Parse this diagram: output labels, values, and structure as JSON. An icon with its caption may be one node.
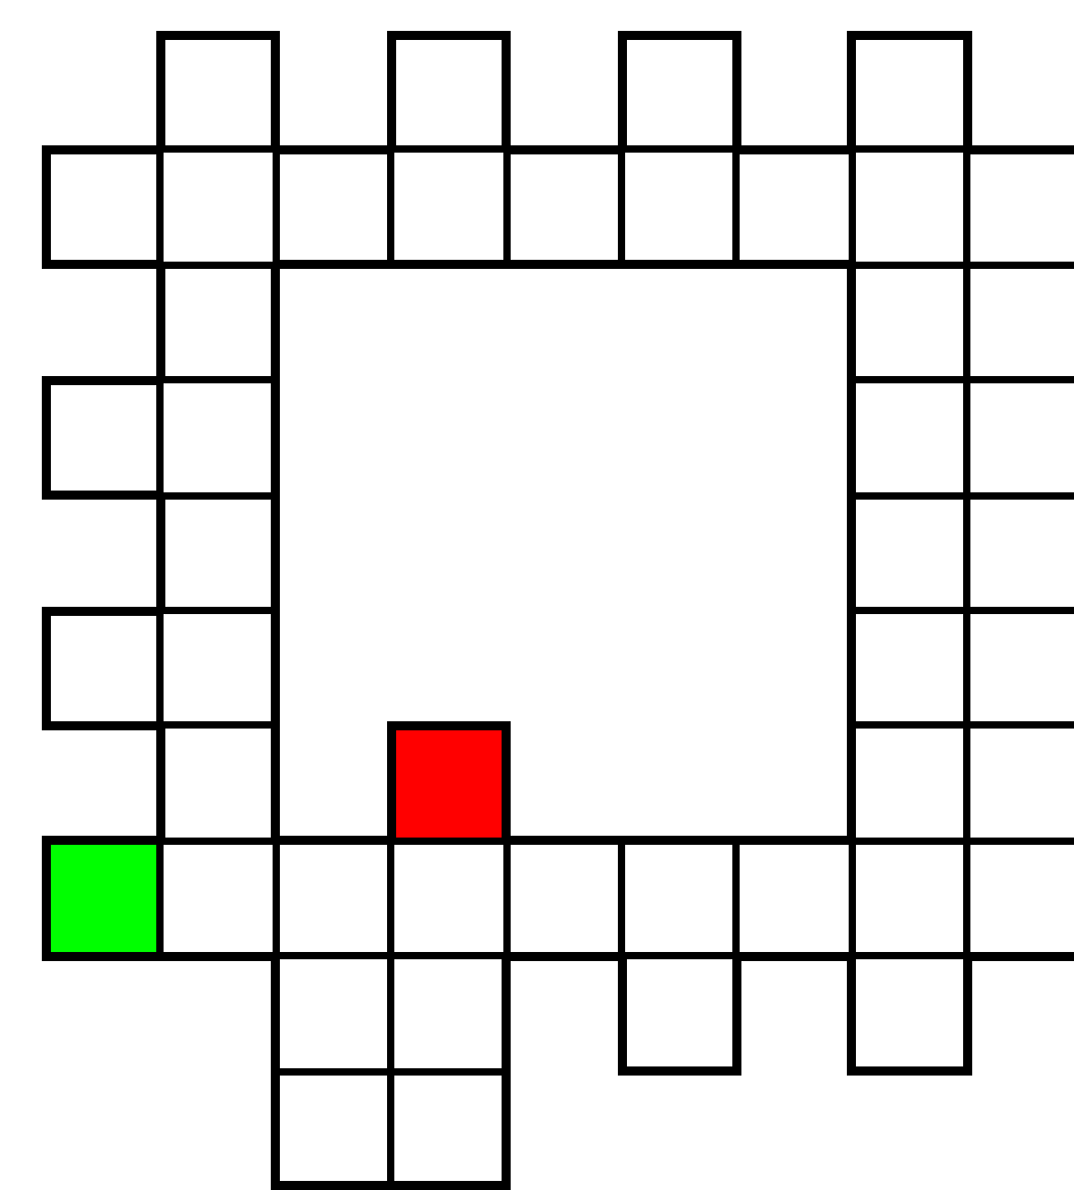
{
  "diagram": {
    "nodes": [
      {
        "text": [],
        "shape": "box"
      },
      {
        "text": [],
        "shape": "box"
      },
      {
        "text": [],
        "shape": "box"
      },
      {
        "text": [],
        "shape": "box"
      },
      {
        "text": [],
        "shape": "box"
      },
      {
        "text": [],
        "shape": "box"
      },
      {
        "text": [],
        "shape": "box"
      },
      {
        "text": [],
        "shape": "box"
      },
      {
        "text": [],
        "shape": "box"
      },
      {
        "text": [],
        "shape": "box"
      },
      {
        "text": [],
        "shape": "box"
      },
      {
        "text": [],
        "shape": "box"
      },
      {
        "text": [],
        "shape": "box"
      },
      {
        "text": [],
        "shape": "box"
      },
      {
        "text": [],
        "shape": "box"
      },
      {
        "text": [],
        "shape": "box"
      },
      {
        "text": [],
        "shape": "box"
      },
      {
        "text": [],
        "shape": "box"
      },
      {
        "text": [],
        "shape": "box"
      },
      {
        "text": [],
        "shape": "box"
      },
      {
        "text": [],
        "shape": "box"
      },
      {
        "text": [],
        "shape": "box"
      },
      {
        "text": [],
        "shape": "box"
      },
      {
        "text": [],
        "shape": "box"
      },
      {
        "text": [],
        "shape": "box"
      },
      {
        "text": [],
        "shape": "box"
      },
      {
        "text": [],
        "shape": "box"
      },
      {
        "text": [],
        "shape": "box"
      },
      {
        "text": [],
        "shape": "box"
      },
      {
        "text": [],
        "shape": "box"
      },
      {
        "text": [],
        "shape": "box"
      },
      {
        "text": [],
        "shape": "box"
      },
      {
        "text": [],
        "shape": "box"
      },
      {
        "text": [],
        "shape": "box"
      },
      {
        "text": [],
        "shape": "box"
      },
      {
        "text": [],
        "shape": "box"
      },
      {
        "text": [],
        "shape": "box"
      },
      {
        "text": [],
        "shape": "box"
      },
      {
        "text": [],
        "shape": "box"
      },
      {
        "text": [],
        "shape": "box"
      },
      {
        "text": [],
        "shape": "box"
      },
      {
        "text": [],
        "shape": "box"
      },
      {
        "text": [],
        "shape": "box"
      },
      {
        "text": [],
        "shape": "box"
      },
      {
        "text": [],
        "shape": "box"
      },
      {
        "text": [],
        "shape": "box"
      }
    ]
  }
}
